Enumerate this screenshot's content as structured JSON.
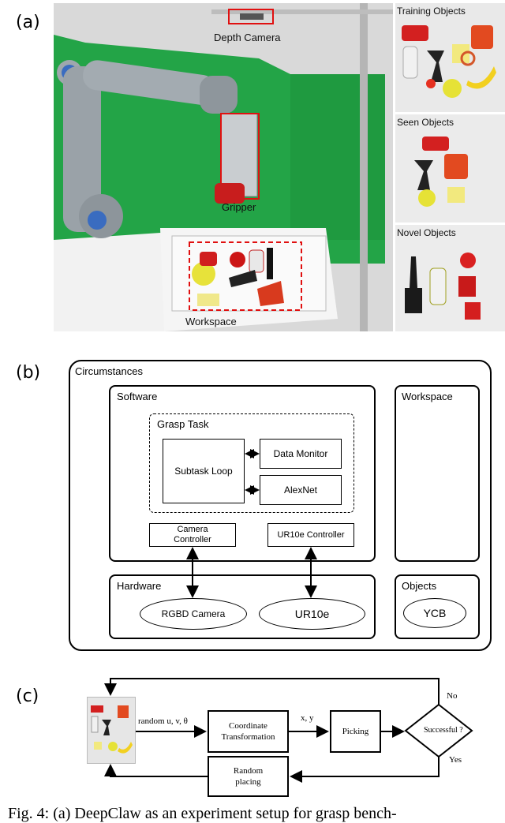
{
  "panels": {
    "a": "(a)",
    "b": "(b)",
    "c": "(c)"
  },
  "photo": {
    "depth_camera": "Depth Camera",
    "gripper": "Gripper",
    "workspace": "Workspace",
    "training_objects": "Training Objects",
    "seen_objects": "Seen Objects",
    "novel_objects": "Novel Objects"
  },
  "diagram_b": {
    "circumstances": "Circumstances",
    "software": "Software",
    "grasp_task": "Grasp Task",
    "subtask_loop": "Subtask Loop",
    "data_monitor": "Data Monitor",
    "alexnet": "AlexNet",
    "camera_controller_line1": "Camera",
    "camera_controller_line2": "Controller",
    "ur10e_controller": "UR10e Controller",
    "hardware": "Hardware",
    "rgbd_camera": "RGBD Camera",
    "ur10e": "UR10e",
    "workspace": "Workspace",
    "objects": "Objects",
    "ycb": "YCB"
  },
  "flow_c": {
    "input_label": "random u, v, θ",
    "coord_line1": "Coordinate",
    "coord_line2": "Transformation",
    "xy_label": "x, y",
    "picking": "Picking",
    "successful": "Successful ?",
    "no": "No",
    "yes": "Yes",
    "random_line1": "Random",
    "random_line2": "placing"
  },
  "caption": "Fig. 4: (a) DeepClaw as an experiment setup for grasp bench-"
}
